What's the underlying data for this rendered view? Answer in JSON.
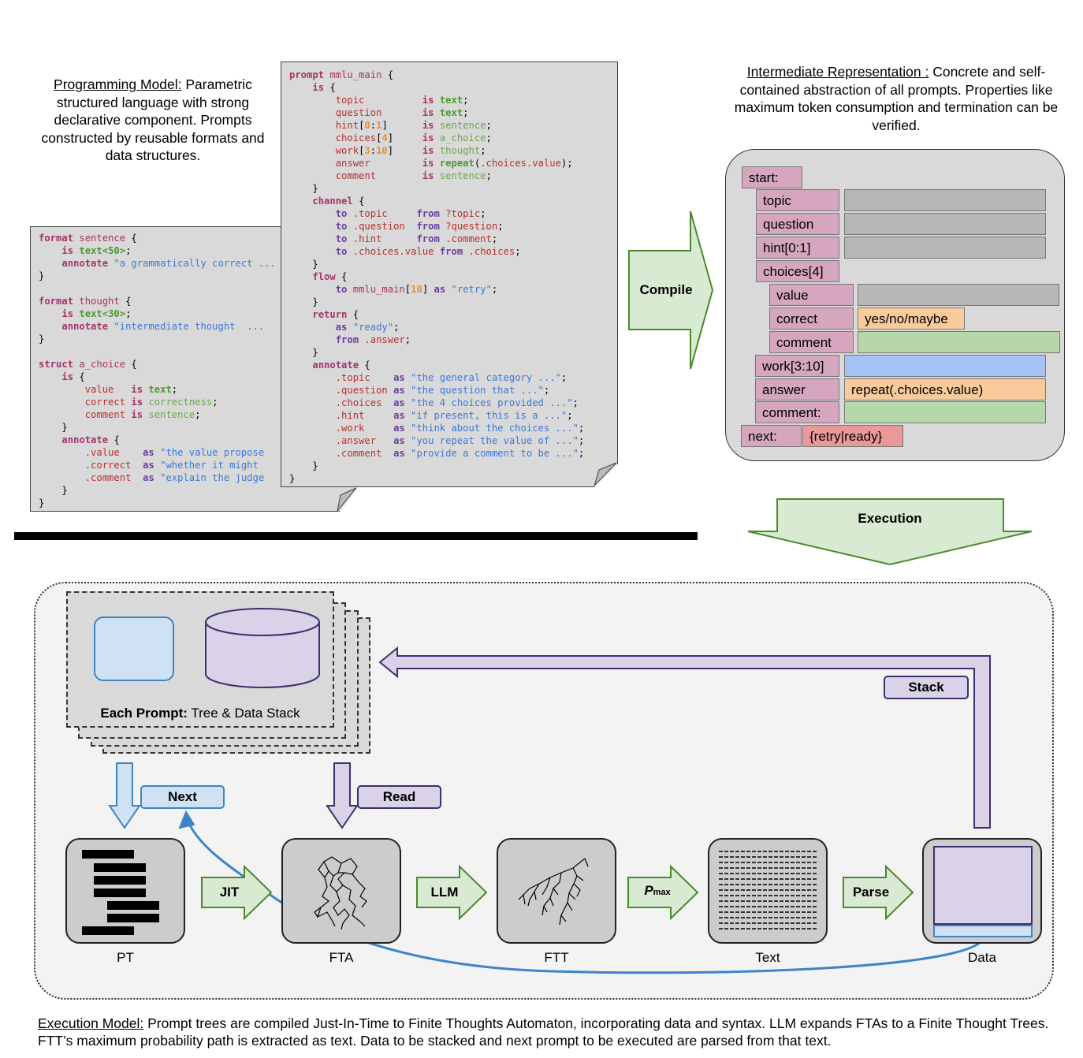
{
  "programming_model": {
    "title": "Programming Model:",
    "text": " Parametric structured language with strong declarative component. Prompts constructed by reusable formats and data structures."
  },
  "intermediate": {
    "title": "Intermediate Representation :",
    "text": " Concrete and self-contained abstraction of all prompts. Properties like maximum token consumption and termination can be verified."
  },
  "execution_model": {
    "title": "Execution Model:",
    "text": " Prompt trees are compiled Just-In-Time to Finite Thoughts Automaton, incorporating data and syntax. LLM expands FTAs to a Finite Thought Trees. FTT’s maximum probability path is extracted as text. Data to be stacked and next prompt to be executed are parsed from that text."
  },
  "arrows": {
    "compile": "Compile",
    "execution": "Execution",
    "jit": "JIT",
    "llm": "LLM",
    "pmax_p": "P",
    "pmax_sub": "max",
    "parse": "Parse"
  },
  "tags": {
    "next": "Next",
    "read": "Read",
    "stack": "Stack"
  },
  "stack_caption": {
    "bold": "Each Prompt:",
    "rest": " Tree & Data Stack"
  },
  "nodes": {
    "pt": "PT",
    "fta": "FTA",
    "ftt": "FTT",
    "text": "Text",
    "data": "Data"
  },
  "ir": {
    "start": "start:",
    "topic": "topic",
    "question": "question",
    "hint": "hint[0:1]",
    "choices": "choices[4]",
    "value": "value",
    "correct": "correct",
    "correct_val": "yes/no/maybe",
    "comment": "comment",
    "work": "work[3:10]",
    "answer": "answer",
    "answer_val": "repeat(.choices.value)",
    "comment2": "comment:",
    "next": "next:",
    "next_val": "{retry|ready}"
  },
  "colors": {
    "green_fill": "#d9ead3",
    "green_stroke": "#4a8a2a",
    "purple_fill": "#d9d2e9",
    "purple_stroke": "#3d2f6e",
    "blue_fill": "#cfe2f3",
    "blue_stroke": "#3d85c6",
    "panel": "#f3f3f3"
  }
}
